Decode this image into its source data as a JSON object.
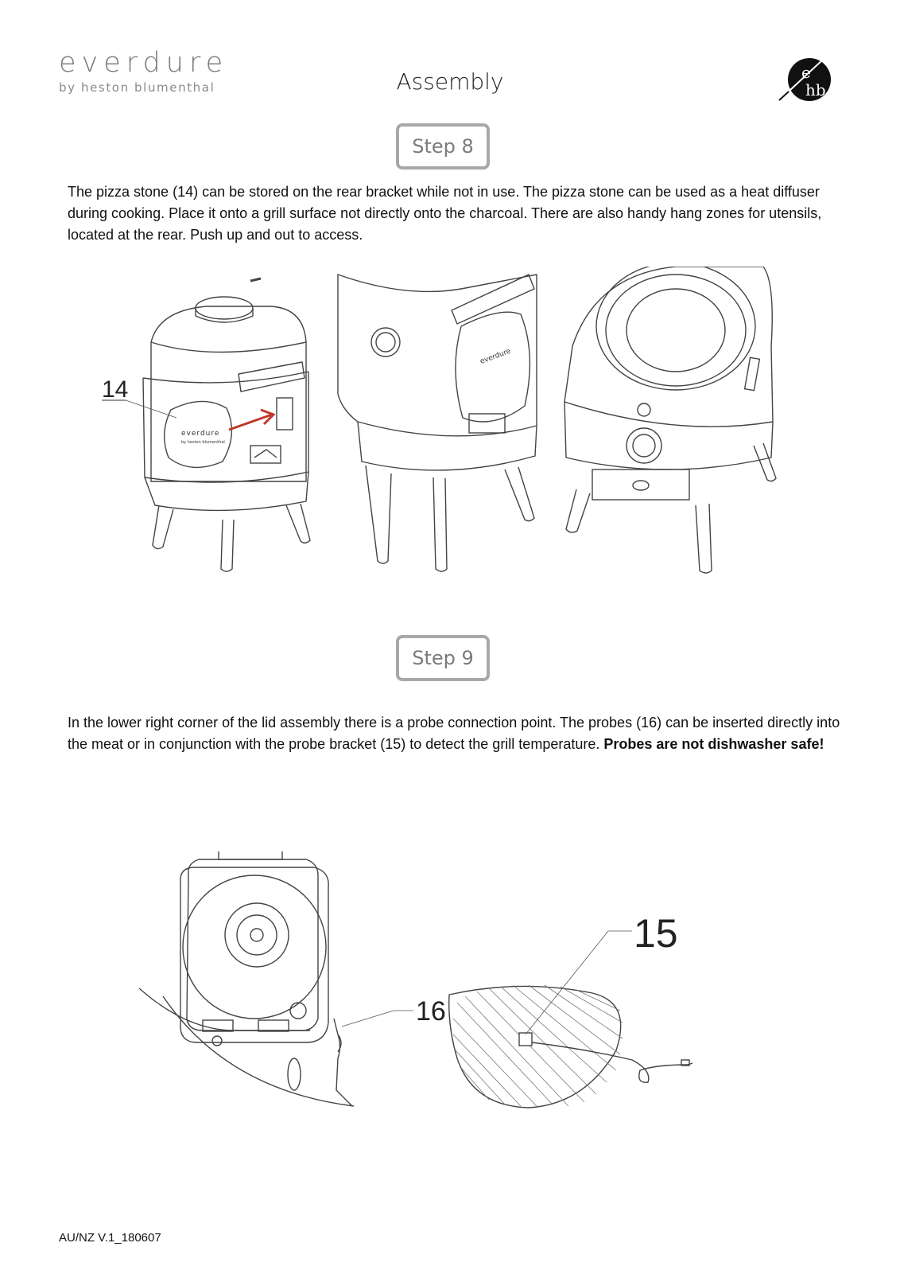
{
  "header": {
    "brand_name": "everdure",
    "brand_sub": "by heston blumenthal",
    "title": "Assembly",
    "logo_icon": "eb-monogram-icon"
  },
  "step8": {
    "label": "Step 8",
    "text": "The pizza stone (14) can be stored on the rear bracket while not in use. The pizza stone can be used as a heat diffuser during cooking. Place it onto a grill surface not directly onto the charcoal.  There are also handy hang zones for utensils, located at the rear. Push up and out to access.",
    "callout": "14",
    "stone_brand": "everdure",
    "stone_sub": "by heston blumenthal",
    "arrow_color": "#c0392b"
  },
  "step9": {
    "label": "Step 9",
    "text_part1": "In the lower right corner of the lid assembly there is a probe connection point. The probes (16) can be inserted directly into the meat or in conjunction with the probe bracket (15) to detect the grill temperature. ",
    "text_bold": "Probes are not dishwasher safe!",
    "callout_probe": "16",
    "callout_bracket": "15"
  },
  "footer": {
    "version": "AU/NZ V.1_180607"
  }
}
